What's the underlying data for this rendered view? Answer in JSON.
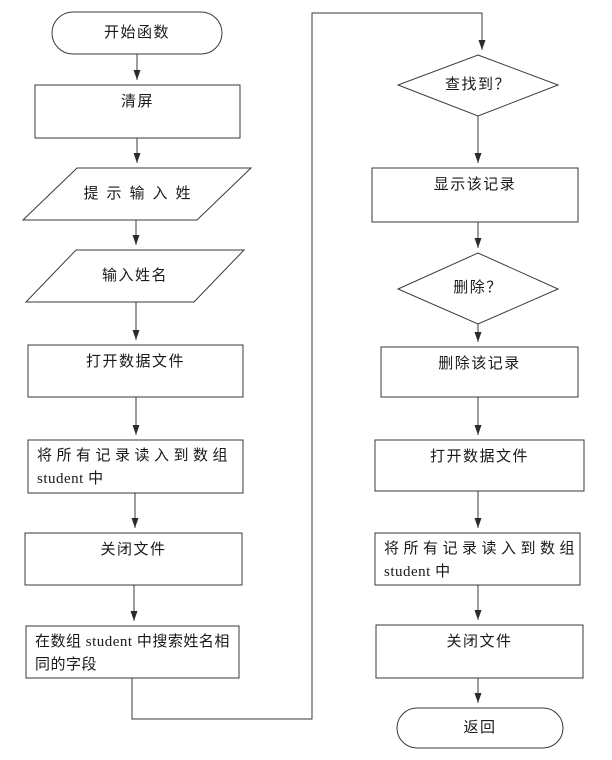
{
  "diagram": {
    "kind": "flowchart",
    "background": "#ffffff",
    "stroke_color": "#3a3a3a",
    "text_color": "#1a1a1a",
    "nodes": {
      "start": {
        "type": "terminator",
        "label": "开始函数"
      },
      "clear_screen": {
        "type": "process",
        "label": "清屏"
      },
      "prompt_name": {
        "type": "input-output",
        "label": "提示输入姓"
      },
      "input_name": {
        "type": "input-output",
        "label": "输入姓名"
      },
      "open_file_left": {
        "type": "process",
        "label": "打开数据文件"
      },
      "read_records_left": {
        "type": "process",
        "label": "将所有记录读入到数组 student 中",
        "lines": [
          "将所有记录读入到数组",
          "student 中"
        ]
      },
      "close_file_left": {
        "type": "process",
        "label": "关闭文件"
      },
      "search_array": {
        "type": "process",
        "label": "在数组 student 中搜索姓名相同的字段",
        "lines": [
          "在数组 student 中搜索姓名相",
          "同的字段"
        ]
      },
      "found": {
        "type": "decision",
        "label": "查找到？"
      },
      "show_record": {
        "type": "process",
        "label": "显示该记录"
      },
      "delete_q": {
        "type": "decision",
        "label": "删除？"
      },
      "delete_record": {
        "type": "process",
        "label": "删除该记录"
      },
      "open_file_right": {
        "type": "process",
        "label": "打开数据文件"
      },
      "read_records_right": {
        "type": "process",
        "label": "将所有记录读入到数组 student 中",
        "lines": [
          "将所有记录读入到数组",
          "student 中"
        ]
      },
      "close_file_right": {
        "type": "process",
        "label": "关闭文件"
      },
      "return": {
        "type": "terminator",
        "label": "返回"
      }
    },
    "edges": [
      {
        "from": "start",
        "to": "clear_screen"
      },
      {
        "from": "clear_screen",
        "to": "prompt_name"
      },
      {
        "from": "prompt_name",
        "to": "input_name"
      },
      {
        "from": "input_name",
        "to": "open_file_left"
      },
      {
        "from": "open_file_left",
        "to": "read_records_left"
      },
      {
        "from": "read_records_left",
        "to": "close_file_left"
      },
      {
        "from": "close_file_left",
        "to": "search_array"
      },
      {
        "from": "search_array",
        "to": "found"
      },
      {
        "from": "found",
        "to": "show_record"
      },
      {
        "from": "show_record",
        "to": "delete_q"
      },
      {
        "from": "delete_q",
        "to": "delete_record"
      },
      {
        "from": "delete_record",
        "to": "open_file_right"
      },
      {
        "from": "open_file_right",
        "to": "read_records_right"
      },
      {
        "from": "read_records_right",
        "to": "close_file_right"
      },
      {
        "from": "close_file_right",
        "to": "return"
      }
    ]
  }
}
